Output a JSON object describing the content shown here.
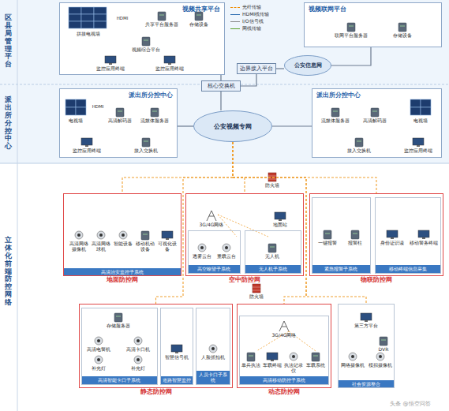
{
  "diagram": {
    "nodes": [
      {
        "text": [
          "视频共享平台"
        ]
      },
      {
        "text": [
          "核心交换机"
        ]
      },
      {
        "text": [
          "边界接入平台"
        ]
      },
      {
        "text": [
          "公安信息网"
        ]
      },
      {
        "text": [
          "视频联网平台"
        ]
      },
      {
        "text": [
          "公安视频专网"
        ]
      },
      {
        "text": [
          "派出所分控中心"
        ]
      },
      {
        "text": [
          "派出所分控中心"
        ]
      },
      {
        "text": [
          "高清治安监控子系统",
          "地面防控网"
        ]
      },
      {
        "text": [
          "空中防控网"
        ]
      },
      {
        "text": [
          "高空瞭望子系统"
        ],
        "in": 9
      },
      {
        "text": [
          "无人机子系统"
        ],
        "in": 9
      },
      {
        "text": [
          "物联防控网"
        ]
      },
      {
        "text": [
          "紧急报警子系统"
        ],
        "in": 12
      },
      {
        "text": [
          "移动终端信息采集"
        ],
        "in": 12
      },
      {
        "text": [
          "静态防控网"
        ]
      },
      {
        "text": [
          "高清智能卡口子系统"
        ],
        "in": 15
      },
      {
        "text": [
          "道路智慧监控"
        ],
        "in": 15
      },
      {
        "text": [
          "人员卡口子系统"
        ],
        "in": 15
      },
      {
        "text": [
          "动态防控网"
        ]
      },
      {
        "text": [
          "高清移动防控子系统"
        ],
        "in": 19
      },
      {
        "text": [
          "社会资源整合"
        ]
      }
    ],
    "edges": [
      {
        "from": 0,
        "to": 1,
        "arrow": "none"
      },
      {
        "from": 1,
        "to": 5,
        "arrow": "none"
      },
      {
        "from": 1,
        "to": 2,
        "arrow": "none"
      },
      {
        "from": 2,
        "to": 3,
        "arrow": "none"
      },
      {
        "from": 3,
        "to": 4,
        "arrow": "none"
      },
      {
        "from": 6,
        "to": 5,
        "arrow": "none"
      },
      {
        "from": 7,
        "to": 5,
        "arrow": "none"
      },
      {
        "from": 5,
        "to": 8,
        "arrow": "none"
      },
      {
        "from": 5,
        "to": 9,
        "arrow": "none"
      },
      {
        "from": 5,
        "to": 12,
        "arrow": "none"
      },
      {
        "from": 5,
        "to": 15,
        "arrow": "none"
      },
      {
        "from": 5,
        "to": 19,
        "arrow": "none"
      },
      {
        "from": 5,
        "to": 21,
        "arrow": "none"
      }
    ],
    "labels": [
      "拼接电视墙",
      "HDMI",
      "共享平台服务器",
      "存储设备",
      "视频综合平台",
      "监控应用终端",
      "监控应用终端",
      "联网平台服务器",
      "存储设备",
      "电视墙",
      "HDMI",
      "高清解码器",
      "流媒体服务器",
      "监控应用终端",
      "接入交换机",
      "流媒体服务器",
      "高清解码器",
      "电视墙",
      "监控应用终端",
      "接入交换机",
      "高清网络摄像机",
      "高清网络球机",
      "智能设备",
      "移动机动设备",
      "可视化设备",
      "防火墙",
      "3G/4G网络",
      "地面站",
      "透雾云台",
      "重载云台",
      "无人机",
      "一键报警",
      "报警柱",
      "身份证识读",
      "移动警务终端",
      "存储服务器",
      "高清电警机",
      "高清卡口机",
      "补光灯",
      "补光灯",
      "智慧信号机",
      "人脸抓拍机",
      "防火墙",
      "3G/4G网络",
      "单兵执法",
      "车载终端",
      "执法记录仪",
      "车载系统",
      "第三方平台",
      "DVR",
      "网络摄像机",
      "模拟摄像机",
      "头条 @悟空问答",
      "区县局管理平台",
      "派出所分控中心",
      "立体化前端防控网络"
    ],
    "legend": [
      {
        "text": "光纤传输"
      },
      {
        "text": "HDMI线传输"
      },
      {
        "text": "I/O信号线"
      },
      {
        "text": "网线传输"
      }
    ]
  }
}
